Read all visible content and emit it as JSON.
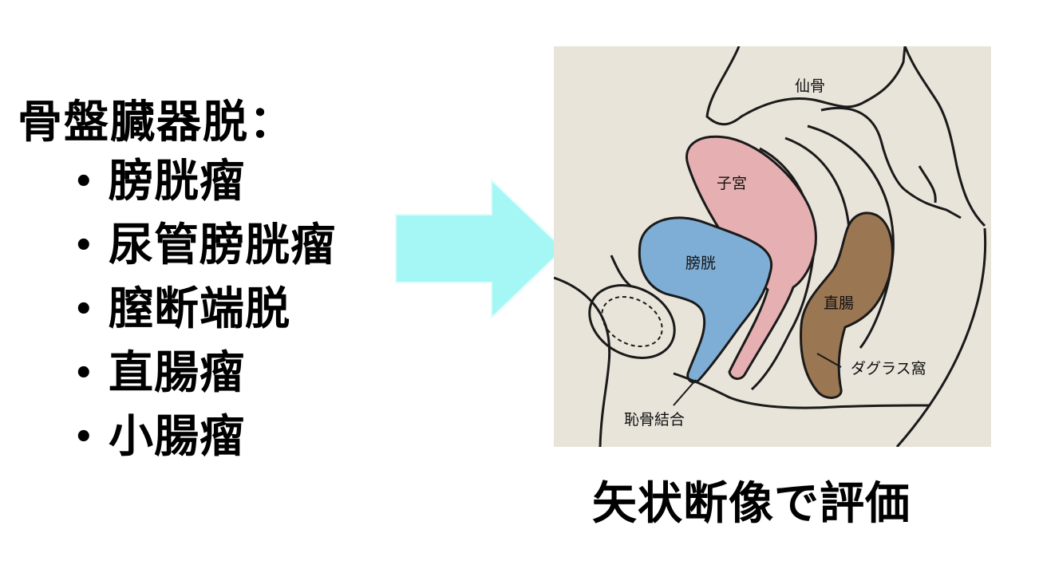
{
  "title": "骨盤臓器脱：",
  "bullet_symbol": "•",
  "items": [
    {
      "label": "膀胱瘤"
    },
    {
      "label": "尿管膀胱瘤"
    },
    {
      "label": "膣断端脱"
    },
    {
      "label": "直腸瘤"
    },
    {
      "label": "小腸瘤"
    }
  ],
  "diagram": {
    "labels": {
      "sacrum": "仙骨",
      "uterus": "子宮",
      "bladder": "膀胱",
      "rectum": "直腸",
      "douglas_pouch": "ダグラス窩",
      "pubic_symphysis": "恥骨結合"
    },
    "colors": {
      "background": "#e9e4da",
      "uterus": "#e6b0b2",
      "bladder": "#7eaed6",
      "rectum": "#9a7652",
      "outline": "#1a1a1a"
    }
  },
  "arrow_color": "#a4f7f4",
  "caption": "矢状断像で評価"
}
